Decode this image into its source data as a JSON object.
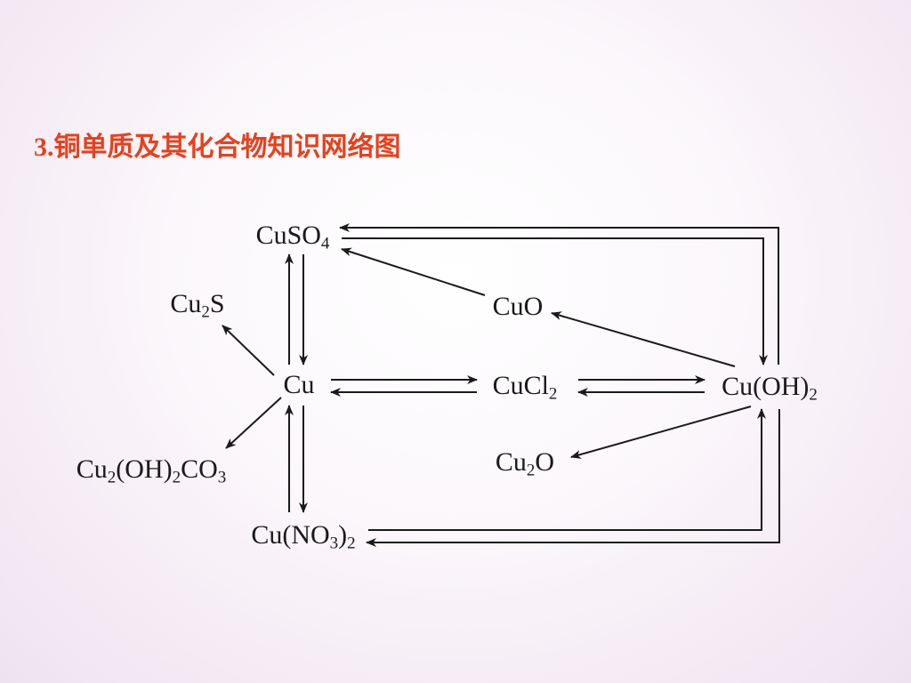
{
  "title": {
    "number": "3.",
    "text": "铜单质及其化合物知识网络图"
  },
  "colors": {
    "title": "#e8401c",
    "ink": "#1a1a1a"
  },
  "nodes": {
    "cuso4": [
      {
        "t": "CuSO"
      },
      {
        "s": "4"
      }
    ],
    "cu2s": [
      {
        "t": "Cu"
      },
      {
        "s": "2"
      },
      {
        "t": "S"
      }
    ],
    "cuo": [
      {
        "t": "CuO"
      }
    ],
    "cu": [
      {
        "t": "Cu"
      }
    ],
    "cucl2": [
      {
        "t": "CuCl"
      },
      {
        "s": "2"
      }
    ],
    "cuoh2": [
      {
        "t": "Cu(OH)"
      },
      {
        "s": "2"
      }
    ],
    "cu2oh2co3": [
      {
        "t": "Cu"
      },
      {
        "s": "2"
      },
      {
        "t": "(OH)"
      },
      {
        "s": "2"
      },
      {
        "t": "CO"
      },
      {
        "s": "3"
      }
    ],
    "cu2o": [
      {
        "t": "Cu"
      },
      {
        "s": "2"
      },
      {
        "t": "O"
      }
    ],
    "cuno32": [
      {
        "t": "Cu(NO"
      },
      {
        "s": "3"
      },
      {
        "t": ")"
      },
      {
        "s": "2"
      }
    ]
  },
  "relations": [
    {
      "from": "CuSO4",
      "to": "Cu"
    },
    {
      "from": "Cu",
      "to": "CuSO4"
    },
    {
      "from": "Cu",
      "to": "Cu2S"
    },
    {
      "from": "Cu",
      "to": "Cu2(OH)2CO3"
    },
    {
      "from": "Cu",
      "to": "CuCl2"
    },
    {
      "from": "CuCl2",
      "to": "Cu"
    },
    {
      "from": "CuCl2",
      "to": "Cu(OH)2"
    },
    {
      "from": "Cu(OH)2",
      "to": "CuCl2"
    },
    {
      "from": "Cu(OH)2",
      "to": "CuO"
    },
    {
      "from": "CuO",
      "to": "CuSO4"
    },
    {
      "from": "CuSO4",
      "to": "Cu(OH)2"
    },
    {
      "from": "Cu(OH)2",
      "to": "CuSO4"
    },
    {
      "from": "Cu(OH)2",
      "to": "Cu2O"
    },
    {
      "from": "Cu",
      "to": "Cu(NO3)2"
    },
    {
      "from": "Cu(NO3)2",
      "to": "Cu"
    },
    {
      "from": "Cu(NO3)2",
      "to": "Cu(OH)2"
    },
    {
      "from": "Cu(OH)2",
      "to": "Cu(NO3)2"
    }
  ]
}
